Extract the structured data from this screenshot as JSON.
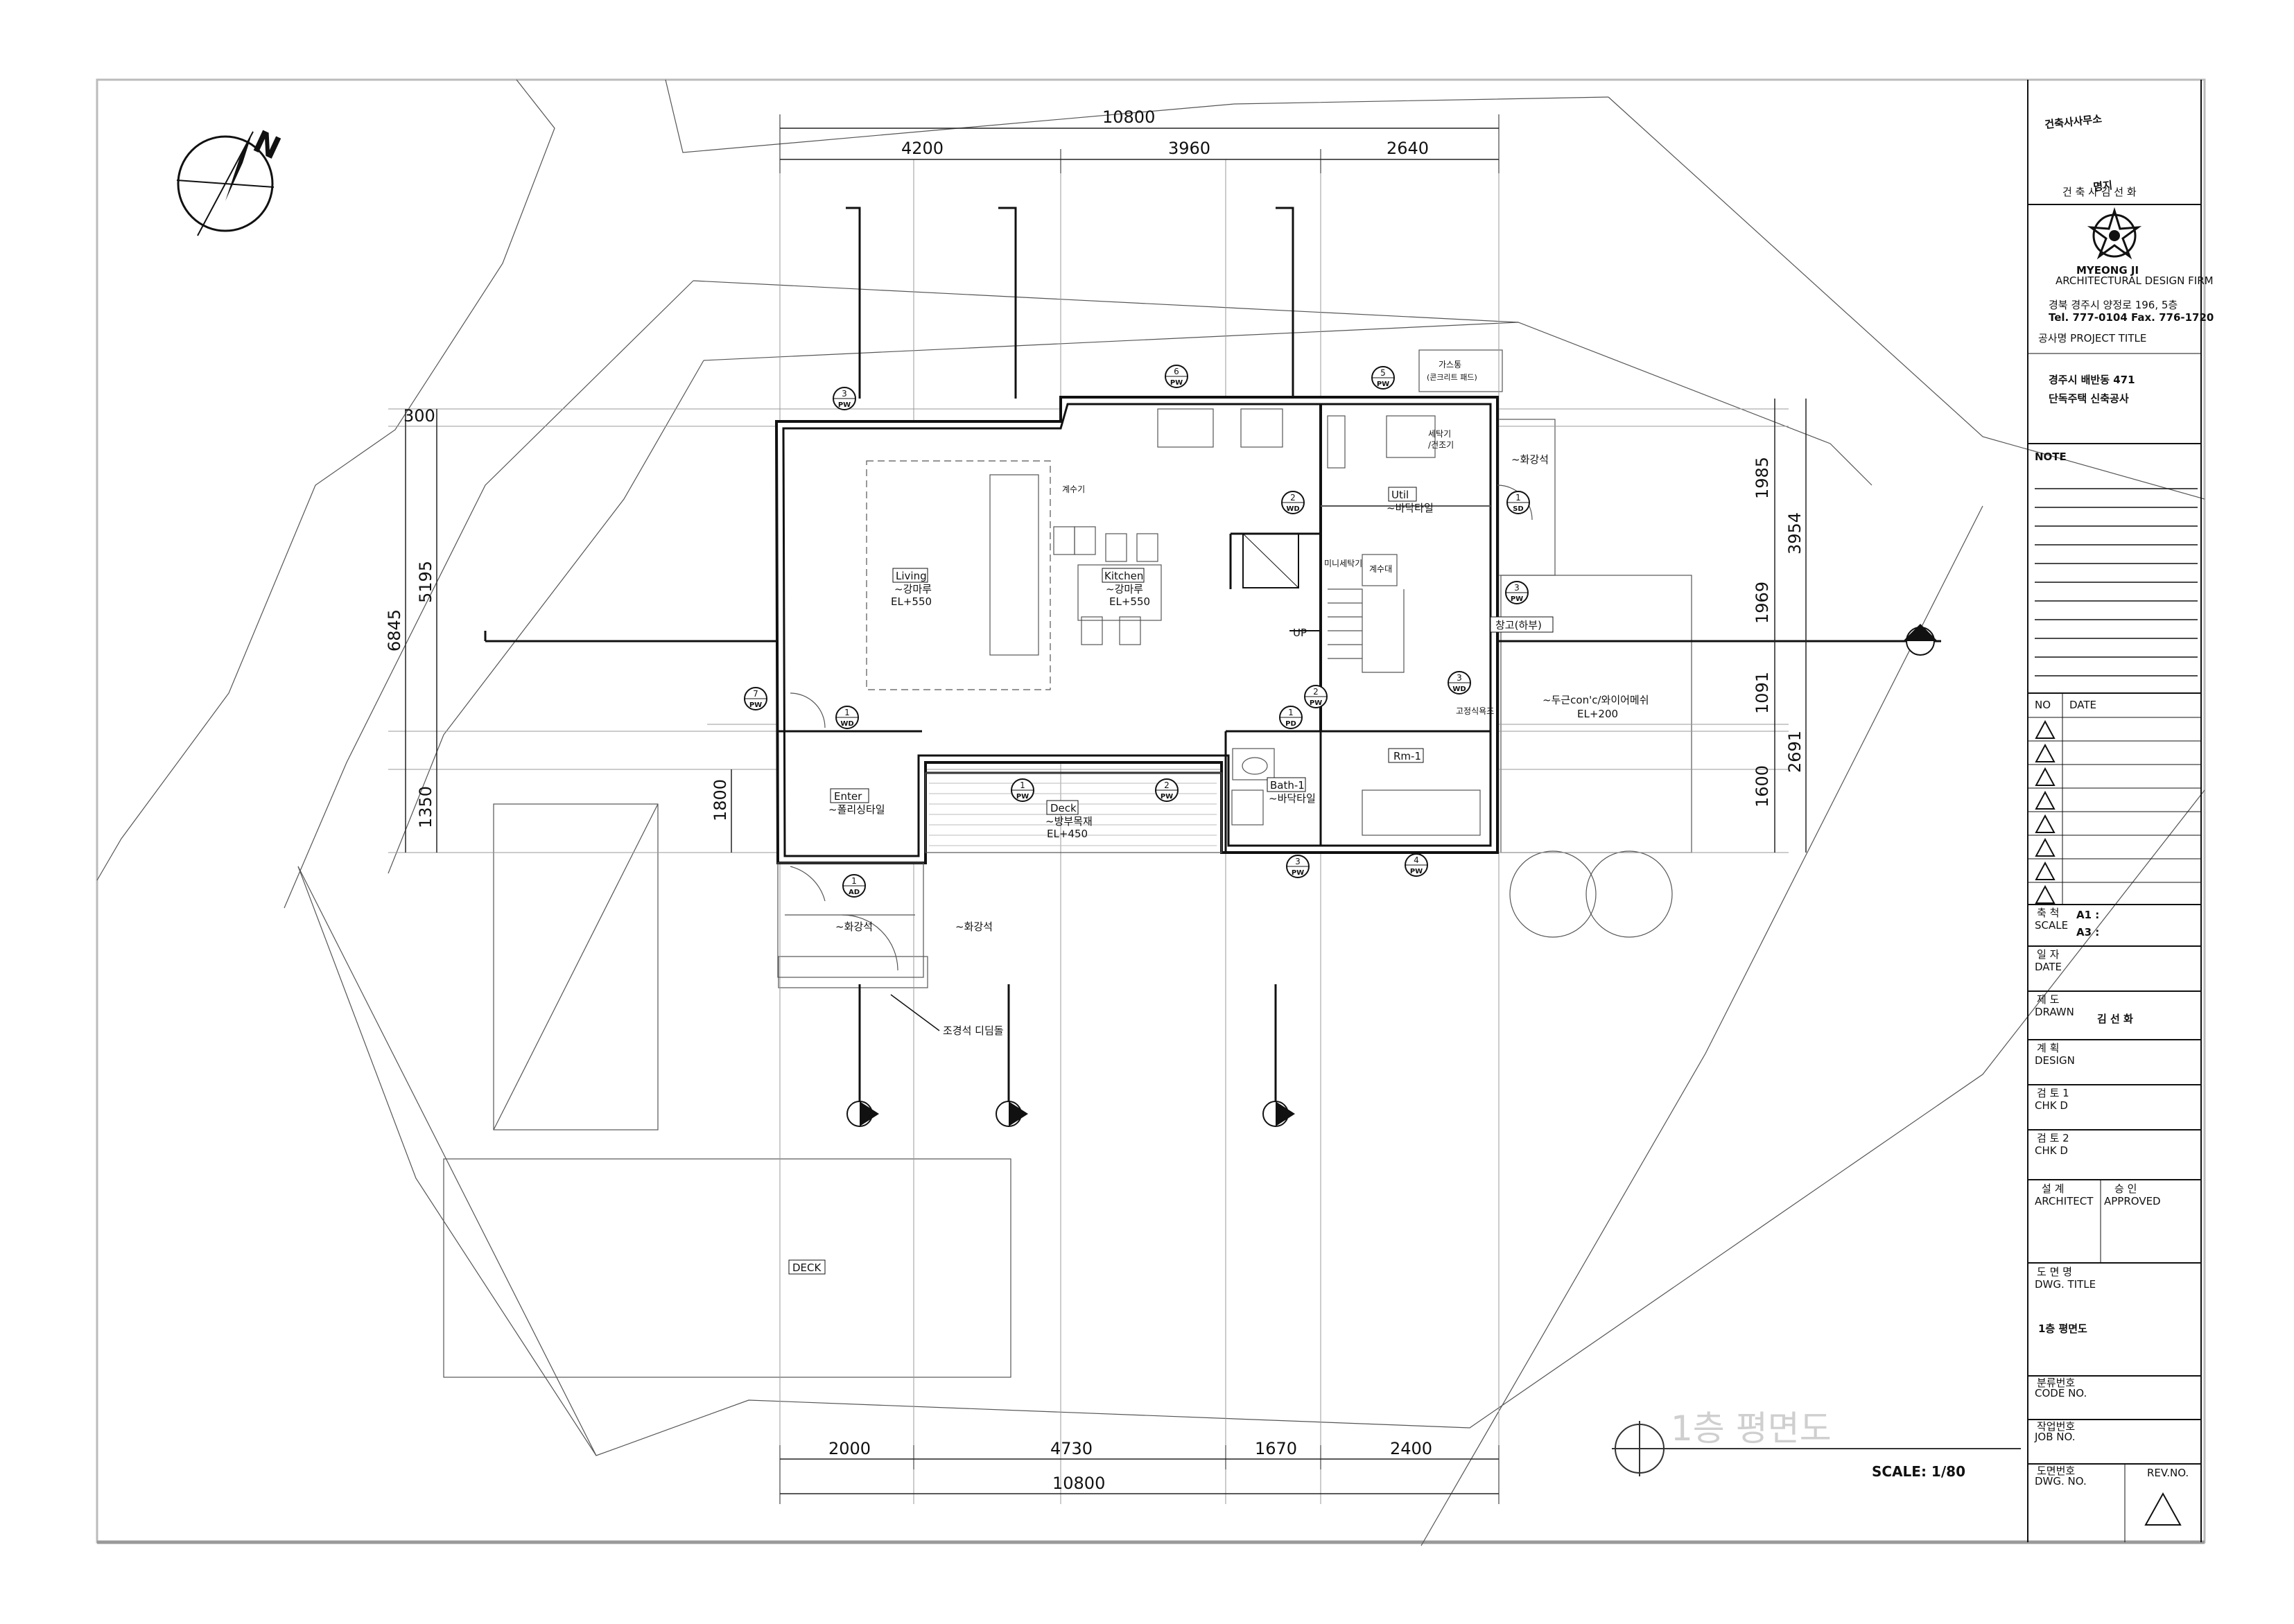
{
  "drawing": {
    "title": "1층 평면도",
    "scale": "SCALE: 1/80",
    "north": "N"
  },
  "dimensions": {
    "top_total": "10800",
    "top_parts": [
      "4200",
      "3960",
      "2640"
    ],
    "bottom_total": "10800",
    "bottom_parts": [
      "2000",
      "4730",
      "1670",
      "2400"
    ],
    "left_outer": "6845",
    "left_parts": [
      "300",
      "5195",
      "1350"
    ],
    "left_inner": "1800",
    "right_outer_top": "3954",
    "right_outer_bottom": "2691",
    "right_parts": [
      "1985",
      "1969",
      "1091",
      "1600"
    ]
  },
  "rooms": {
    "living": {
      "name": "Living",
      "finish": "~강마루",
      "el": "EL+550"
    },
    "kitchen": {
      "name": "Kitchen",
      "finish": "~강마루",
      "el": "EL+550"
    },
    "util": {
      "name": "Util",
      "finish": "~바닥타일"
    },
    "enter": {
      "name": "Enter",
      "finish": "~폴리싱타일"
    },
    "deck_room": {
      "name": "Deck",
      "finish": "~방부목재",
      "el": "EL+450"
    },
    "bath": {
      "name": "Bath-1",
      "finish": "~바닥타일"
    },
    "rm1": {
      "name": "Rm-1"
    },
    "storage": {
      "name": "창고(하부)"
    },
    "outdoor": {
      "finish": "~두근con'c/와이어메쉬",
      "el": "EL+200"
    },
    "up": "UP",
    "deck_site": "DECK",
    "water_heater": "계수기",
    "gas": "가스통",
    "gas_sub": "(콘크리트 패드)",
    "washer": "세탁기",
    "dryer": "/건조기",
    "mini_kitchen": "미니세탁기",
    "counter": "계수대",
    "stone1": "~화강석",
    "stone2": "~화강석",
    "stone3": "~화강석",
    "stepping": "조경석 디딤돌",
    "bath_note": "고정식욕조"
  },
  "tags": [
    {
      "n": "3",
      "t": "PW"
    },
    {
      "n": "6",
      "t": "PW"
    },
    {
      "n": "5",
      "t": "PW"
    },
    {
      "n": "2",
      "t": "WD"
    },
    {
      "n": "1",
      "t": "SD"
    },
    {
      "n": "3",
      "t": "PW"
    },
    {
      "n": "7",
      "t": "PW"
    },
    {
      "n": "1",
      "t": "WD"
    },
    {
      "n": "1",
      "t": "PD"
    },
    {
      "n": "2",
      "t": "PW"
    },
    {
      "n": "3",
      "t": "WD"
    },
    {
      "n": "1",
      "t": "PW"
    },
    {
      "n": "2",
      "t": "PW"
    },
    {
      "n": "1",
      "t": "AD"
    },
    {
      "n": "3",
      "t": "PW"
    },
    {
      "n": "4",
      "t": "PW"
    }
  ],
  "titleblock": {
    "logo_line1": "건축사사무소",
    "logo_line2": "명지",
    "architect": "건 축 사    김 선 화",
    "firm": "MYEONG JI",
    "firm_sub": "ARCHITECTURAL DESIGN FIRM",
    "address": "경북 경주시 양정로 196, 5층",
    "tel": "Tel. 777-0104 Fax. 776-1720",
    "project_label": "공사명 PROJECT TITLE",
    "project_line1": "경주시 배반동 471",
    "project_line2": "단독주택 신축공사",
    "note_label": "NOTE",
    "no_label": "NO",
    "date_col": "DATE",
    "scale_label_kr": "축 척",
    "scale_label": "SCALE",
    "a1": "A1 :",
    "a3": "A3 :",
    "date_kr": "일 자",
    "date_label": "DATE",
    "drawn_kr": "제 도",
    "drawn_label": "DRAWN",
    "drawn_name": "김 선 화",
    "design_kr": "계 획",
    "design_label": "DESIGN",
    "chk1_kr": "검 토 1",
    "chk1": "CHK D",
    "chk2_kr": "검 토 2",
    "chk2": "CHK D",
    "architect_kr": "설 계",
    "architect_label": "ARCHITECT",
    "approved_kr": "승 인",
    "approved_label": "APPROVED",
    "dwg_title_kr": "도 면 명",
    "dwg_title_label": "DWG. TITLE",
    "dwg_title": "1층 평면도",
    "code_kr": "분류번호",
    "code_label": "CODE NO.",
    "job_kr": "작업번호",
    "job_label": "JOB NO.",
    "dwg_no_kr": "도면번호",
    "dwg_no_label": "DWG. NO.",
    "rev_label": "REV.NO."
  }
}
